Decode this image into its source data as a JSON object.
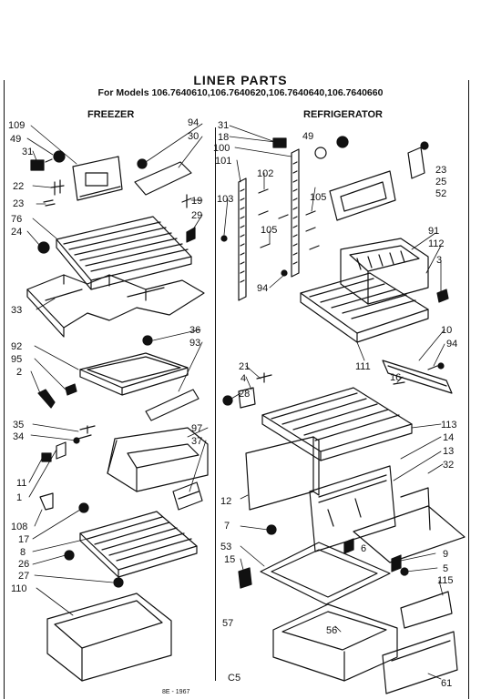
{
  "title": "LINER PARTS",
  "models": "For Models 106.7640610,106.7640620,106.7640640,106.7640660",
  "sections": {
    "freezer": "FREEZER",
    "refrigerator": "REFRIGERATOR"
  },
  "footer": {
    "code": "C5",
    "ref": "8E - 1967"
  },
  "part_labels": [
    "109",
    "49",
    "31",
    "22",
    "23",
    "76",
    "24",
    "94",
    "30",
    "19",
    "29",
    "33",
    "92",
    "95",
    "2",
    "36",
    "93",
    "35",
    "34",
    "11",
    "1",
    "97",
    "37",
    "108",
    "17",
    "8",
    "26",
    "27",
    "110",
    "31",
    "18",
    "100",
    "101",
    "102",
    "103",
    "105",
    "105",
    "94",
    "49",
    "23",
    "25",
    "52",
    "91",
    "112",
    "3",
    "111",
    "10",
    "94",
    "16",
    "21",
    "4",
    "28",
    "113",
    "14",
    "13",
    "32",
    "12",
    "7",
    "53",
    "6",
    "15",
    "9",
    "5",
    "115",
    "57",
    "56",
    "61"
  ]
}
